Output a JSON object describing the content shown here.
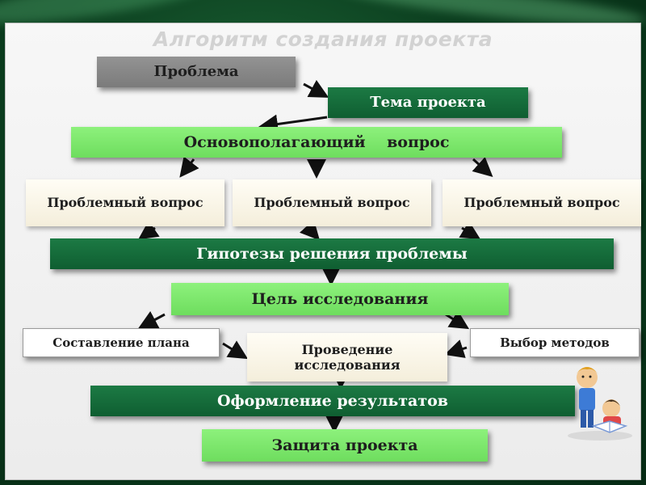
{
  "title": "Алгоритм создания проекта",
  "nodes": {
    "problem": "Проблема",
    "topic": "Тема проекта",
    "fundamental_question": "Основополагающий    вопрос",
    "problem_question_1": "Проблемный вопрос",
    "problem_question_2": "Проблемный вопрос",
    "problem_question_3": "Проблемный вопрос",
    "hypotheses": "Гипотезы решения проблемы",
    "research_goal": "Цель исследования",
    "plan": "Составление плана",
    "conducting_research": "Проведение исследования",
    "methods": "Выбор методов",
    "results": "Оформление результатов",
    "defense": "Защита проекта"
  },
  "colors": {
    "dark_green": "#0f5e31",
    "light_green": "#7be86b",
    "gray": "#858585",
    "cream": "#fbf6e6",
    "background": "#0b3d1e"
  },
  "illustration": "children-reading-icon"
}
